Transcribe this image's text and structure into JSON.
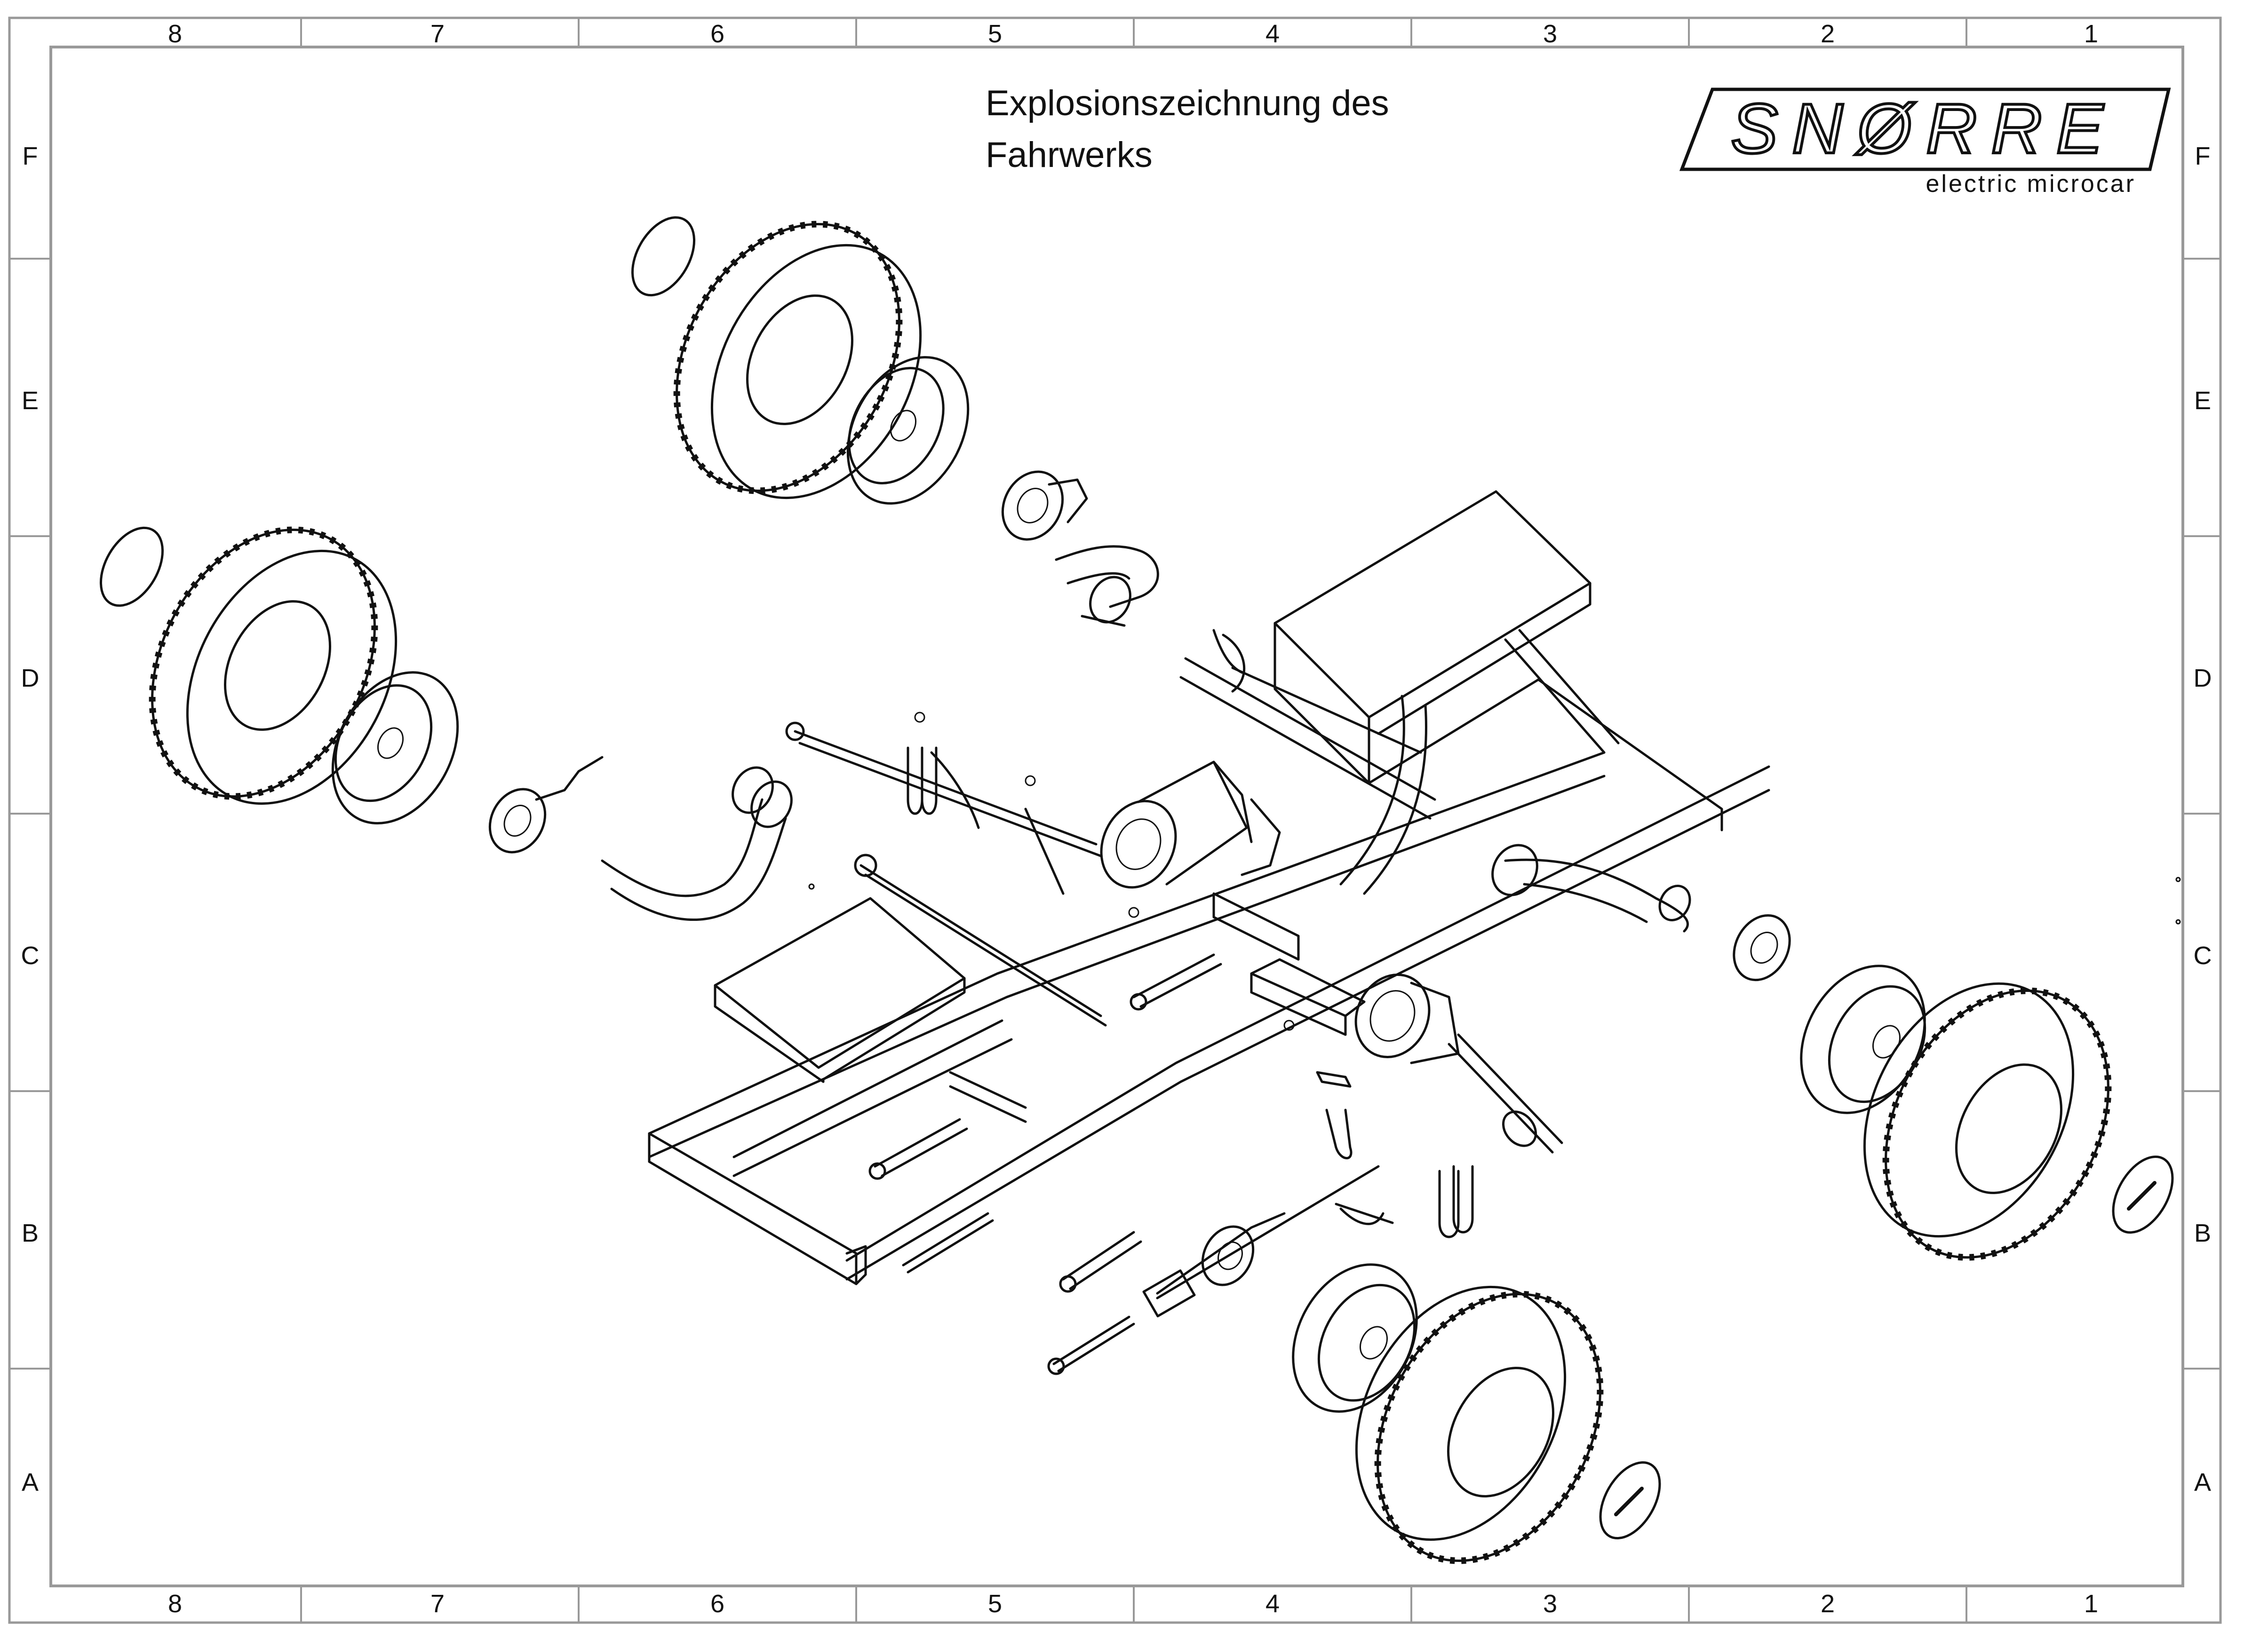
{
  "title": {
    "line1": "Explosionszeichnung des",
    "line2": "Fahrwerks"
  },
  "brand": {
    "logo": "SNØRRE",
    "tagline": "electric microcar"
  },
  "frame": {
    "columns": [
      "8",
      "7",
      "6",
      "5",
      "4",
      "3",
      "2",
      "1"
    ],
    "rows": [
      "F",
      "E",
      "D",
      "C",
      "B",
      "A"
    ]
  }
}
